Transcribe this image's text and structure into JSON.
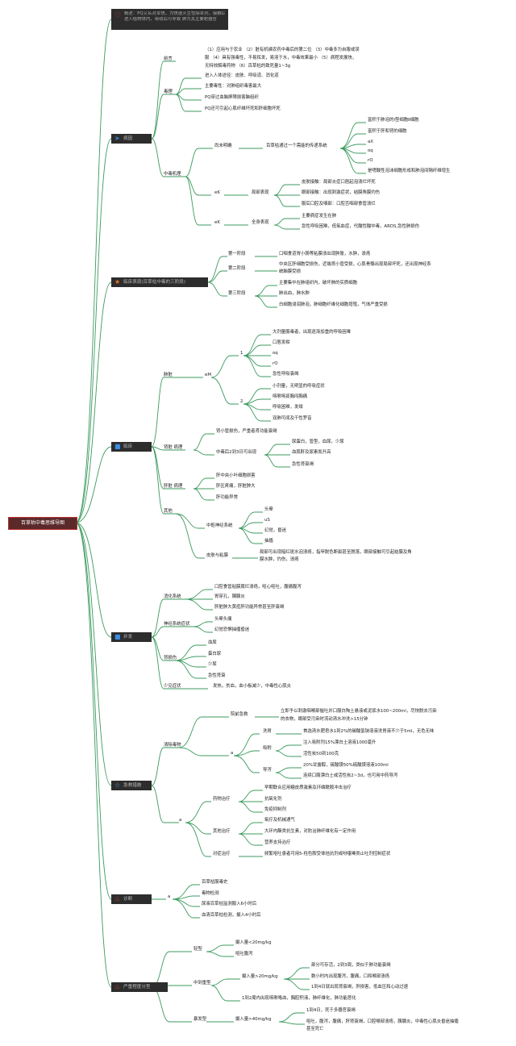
{
  "root": "百草枯中毒思维导图",
  "top": {
    "l1": "概述：PQ又名对草快，为快速灭生性除草剂，接触后可在土壤中，即使",
    "l2": "进入植物体内，吸收后可导致    肺为其主要靶器官"
  },
  "branches": {
    "b1": "病因",
    "b2": "临床表现(百草枯中毒的三阶段)",
    "b3": "临床",
    "b4": "并发",
    "b5": "急救措施",
    "b6": "诊断",
    "b7": "严重程度分型"
  },
  "n": {
    "qy": "前言",
    "qy_text1": "（1）应用与于农业  （2）脏有机磷农药中毒后的第二位  （3）中毒多为自服或误",
    "qy_text2": "服  （4）具有强毒性，不易挥发，易溶于水，中毒效果最小  （5）病程发展快，",
    "qy_text3": "无特效解毒药物  （6）百草枯的致死量1~3g",
    "dl": "毒理",
    "dl1": "进入人体途径：皮肤、呼吸道、消化道",
    "dl2": "主要毒性：对肺组织毒害最大",
    "dl3": "PQ穿过血脑屏障损害脑组织",
    "dl4": "PQ还可引起心肌纤维坏死和肝细胞坏死",
    "zdjl": "中毒机理",
    "smm": "尚未明确",
    "bcg": "百草枯通过一个需能的传递系统",
    "f1": "富积于肺泡的Ⅰ型细胞Ⅱ细胞",
    "f2": "富积于肝和肾的细胞",
    "f3": "aX",
    "f4": "oq",
    "f5": "rO",
    "f6": "是嗜酸性泡沫细胞形成和肺泡间隔纤维增生",
    "ek1": "eK",
    "jbbx": "局部表现",
    "j1": "皮肤接触：局部炎症口唇起泡溃烂坏死",
    "j2": "眼部接触：出现刺激症状，结膜角膜灼伤",
    "j3": "服后口腔及咽部：口腔舌咽部食管溃烂",
    "ek2": "eK",
    "qsbx": "全身表现",
    "q1": "主要病症发生在肺",
    "q2": "急性呼吸困难，低氧血症，代酸性酸中毒，ARDS,急性肺损伤",
    "s1": "第一阶段",
    "s1t": "口咽食道胃小肠等粘膜溃出现肿胀，水肿，溃疡",
    "s2": "第二阶段",
    "s2t1": "中央区肝细胞受损伤，近端肾小管受损，心肌骨骼出现局部坏死，还出现神经系",
    "s2t2": "统脑膜受损",
    "s3": "第三阶段",
    "s3t1": "主要集中在肺组织内，破坏肺的实质细胞",
    "s3t2": "肺出血，肺水肿",
    "s3t3": "白细胞浸润肺泡，肺细胞纤维化细胞增殖，气体严重受损",
    "fz": "肺脏",
    "em": "eM",
    "one": "1",
    "o1": "大剂量服毒者，出现逐渐加重的呼吸困难",
    "o2": "口唇发绀",
    "o3": "oq",
    "o4": "rO",
    "o5": "急性呼吸衰竭",
    "two": "2",
    "t1": "小剂量，无明显的呼吸症状",
    "t2": "咳嗽咳痰胸闷胸痛",
    "t3": "呼吸困难，发绀",
    "t4": "双肺可闻及干性罗音",
    "sz": "肾脏 病理",
    "sz1": "肾小管损伤，严重者肾功能衰竭",
    "sz2": "中毒后2到3日可出现",
    "sz2a": "尿蛋白，管型，血尿，少尿",
    "sz2b": "血肌酐及尿素氮升高",
    "sz2c": "急性肾衰竭",
    "gz": "肝脏 病理",
    "gz1": "肝中央小叶细胞损害",
    "gz2": "肝区疼痛，肝脏肿大",
    "gz3": "肝功能异常",
    "qt": "其他",
    "zs": "中枢神经系统",
    "zs1": "头晕",
    "zs2": "uS",
    "zs3": "幻觉，昏迷",
    "zs4": "抽搐",
    "pf": "皮肤与粘膜",
    "pft1": "局部可出现暗红斑水泡溃疡，指甲脱色断裂甚至脱落，眼部接触可引起结膜及角",
    "pft2": "膜水肿，灼伤，溃疡",
    "xh": "消化系统",
    "xh1": "口腔食管粘膜腐烂溃疡，呕心呕吐，腹痛腹泻",
    "xh2": "胃穿孔，胰腺炎",
    "xh3": "肝脏肿大黄疸肝功能异常甚至肝衰竭",
    "sj": "神经系统症状",
    "sj1": "头晕头痛",
    "sj2": "幻觉恐惧抽搐昏迷",
    "ss": "肾损伤",
    "ss1": "血尿",
    "ss2": "蛋白尿",
    "ss3": "少尿",
    "ss4": "急性肾衰",
    "sx": "少见症状",
    "sx1": "发热，贫血，血小板减少，中毒性心肌炎",
    "qc": "清除毒物",
    "yw": "院前急救",
    "ywt1": "立即予以刺激咽喉部催吐并口服白陶土悬液或泥浆水100~200ml，尽快脱去污染",
    "ywt2": "的衣物，眼部受污染时流动清水冲洗>15分钟",
    "a1": "a",
    "xw": "洗胃",
    "xwt": "首选清水肥皂水1到2%的碳酸氢钠溶液洗胃液不少于5ml，无色无味",
    "xf": "吸附",
    "xf1": "注入吸附剂15%漂白土溶液1000毫升",
    "xf2": "活性炭50到100克",
    "dx": "导泻",
    "dx1": "20%甘露醇，硫酸镁50%硫酸镁溶液100ml",
    "dx2": "连续口服漂白土或活性炭2~3d，也可用中药导泻",
    "a2": "a",
    "yy": "药物治疗",
    "yy1": "早期联合应用糖皮质激素及环磷酰胺冲击治疗",
    "yy2": "抗氧化剂",
    "yy3": "免疫抑制剂",
    "qtzl": "其他治疗",
    "qz1": "氧疗及机械通气",
    "qz2": "大环内酯类抗生素，对防治肺纤维化有一定作用",
    "qz3": "营养支持治疗",
    "dz": "对症治疗",
    "dzt": "频繁呕吐患者可用5-羟色胺受体拮抗剂或吩噻嗪类止吐剂控制症状",
    "a3": "a",
    "zd1": "百草枯服毒史",
    "zd2": "毒物检测",
    "zd3": "尿液百草枯监测服入6小时后",
    "zd4": "血清百草枯检测，摄入4小时后",
    "qx": "轻型",
    "qx1": "摄入量<20mg/kg",
    "qx2": "呕吐腹泻",
    "zx": "中到重型",
    "zx1": "摄入量>20mg/kg",
    "zx1a": "部分可存活，2到3周，类似于肺功能衰竭",
    "zx1b": "数小时内出现腹泻，腹痛，口和喉部溃疡",
    "zx1c": "1到4日就出现肾衰竭，肝损害，低血压和心动过速",
    "zx2": "1到2周内出现咳嗽咯血，胸腔积液，肺纤维化，肺功能恶化",
    "bf": "暴发型",
    "bf1": "摄入量>40mg/kg",
    "bf1a": "1到4日，死于多器官衰竭",
    "bf1b1": "呕吐，腹泻，腹痛，肝肾衰竭，口腔喉部溃疡，胰腺炎，中毒性心肌炎昏迷抽搐",
    "bf1b2": "甚至死亡"
  },
  "icons": {
    "top": "heart-icon",
    "b1": "send-icon",
    "b2": "star-icon",
    "b3": "flag-icon",
    "b4": "flag-icon",
    "b5": "star-outline-icon",
    "b6": "fire-icon",
    "b7": "fire-icon"
  },
  "colors": {
    "line": "#2e8b57",
    "box": "#2d2d2d",
    "root": "#5a2a2a"
  }
}
